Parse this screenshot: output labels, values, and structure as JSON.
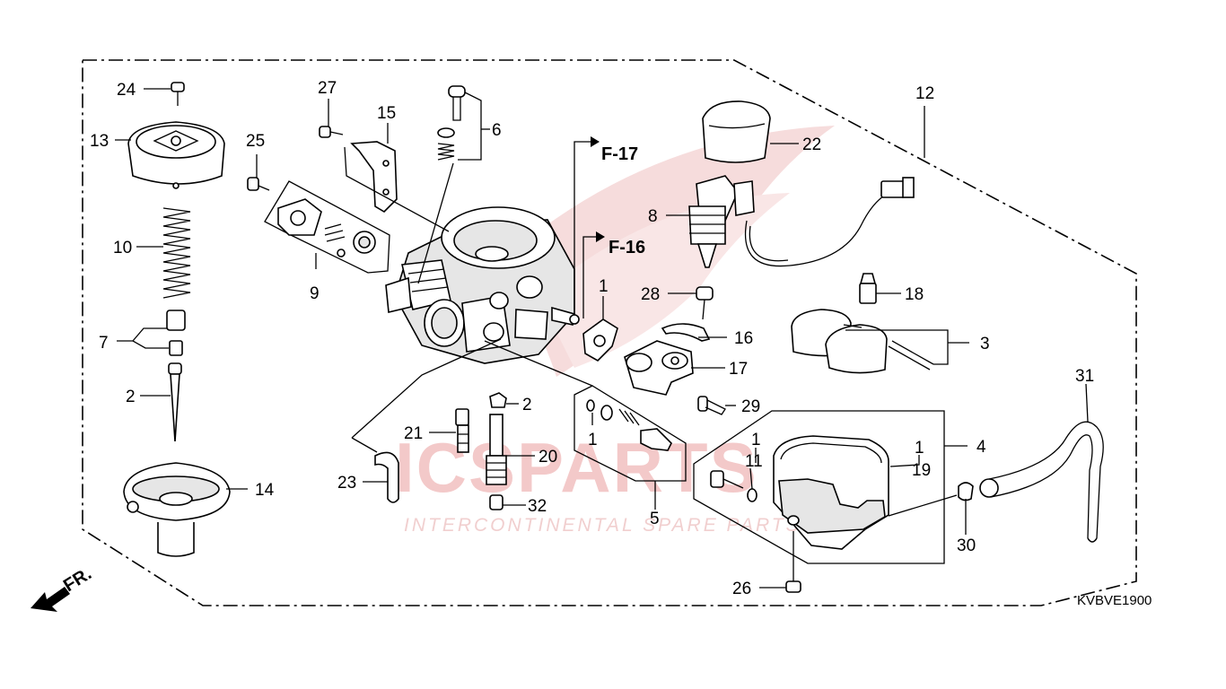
{
  "drawing_code": "KVBVE1900",
  "direction_label": "FR.",
  "watermark": {
    "brand": "ICSPARTS",
    "tagline": "INTERCONTINENTAL SPARE PARTS"
  },
  "refs": {
    "f17": "F-17",
    "f16": "F-16"
  },
  "callouts": {
    "c24": "24",
    "c13": "13",
    "c10": "10",
    "c7": "7",
    "c2a": "2",
    "c14": "14",
    "c27": "27",
    "c15": "15",
    "c25": "25",
    "c9": "9",
    "c6": "6",
    "c22": "22",
    "c8": "8",
    "c12": "12",
    "c1a": "1",
    "c28": "28",
    "c16": "16",
    "c17": "17",
    "c29": "29",
    "c18": "18",
    "c3": "3",
    "c2b": "2",
    "c21": "21",
    "c20": "20",
    "c23": "23",
    "c32": "32",
    "c1b": "1",
    "c5": "5",
    "c1c": "1",
    "c11": "11",
    "c1d": "1",
    "c19": "19",
    "c4": "4",
    "c30": "30",
    "c26": "26",
    "c31": "31"
  },
  "colors": {
    "line": "#000000",
    "watermark": "#f3c9c9",
    "background": "#ffffff"
  }
}
